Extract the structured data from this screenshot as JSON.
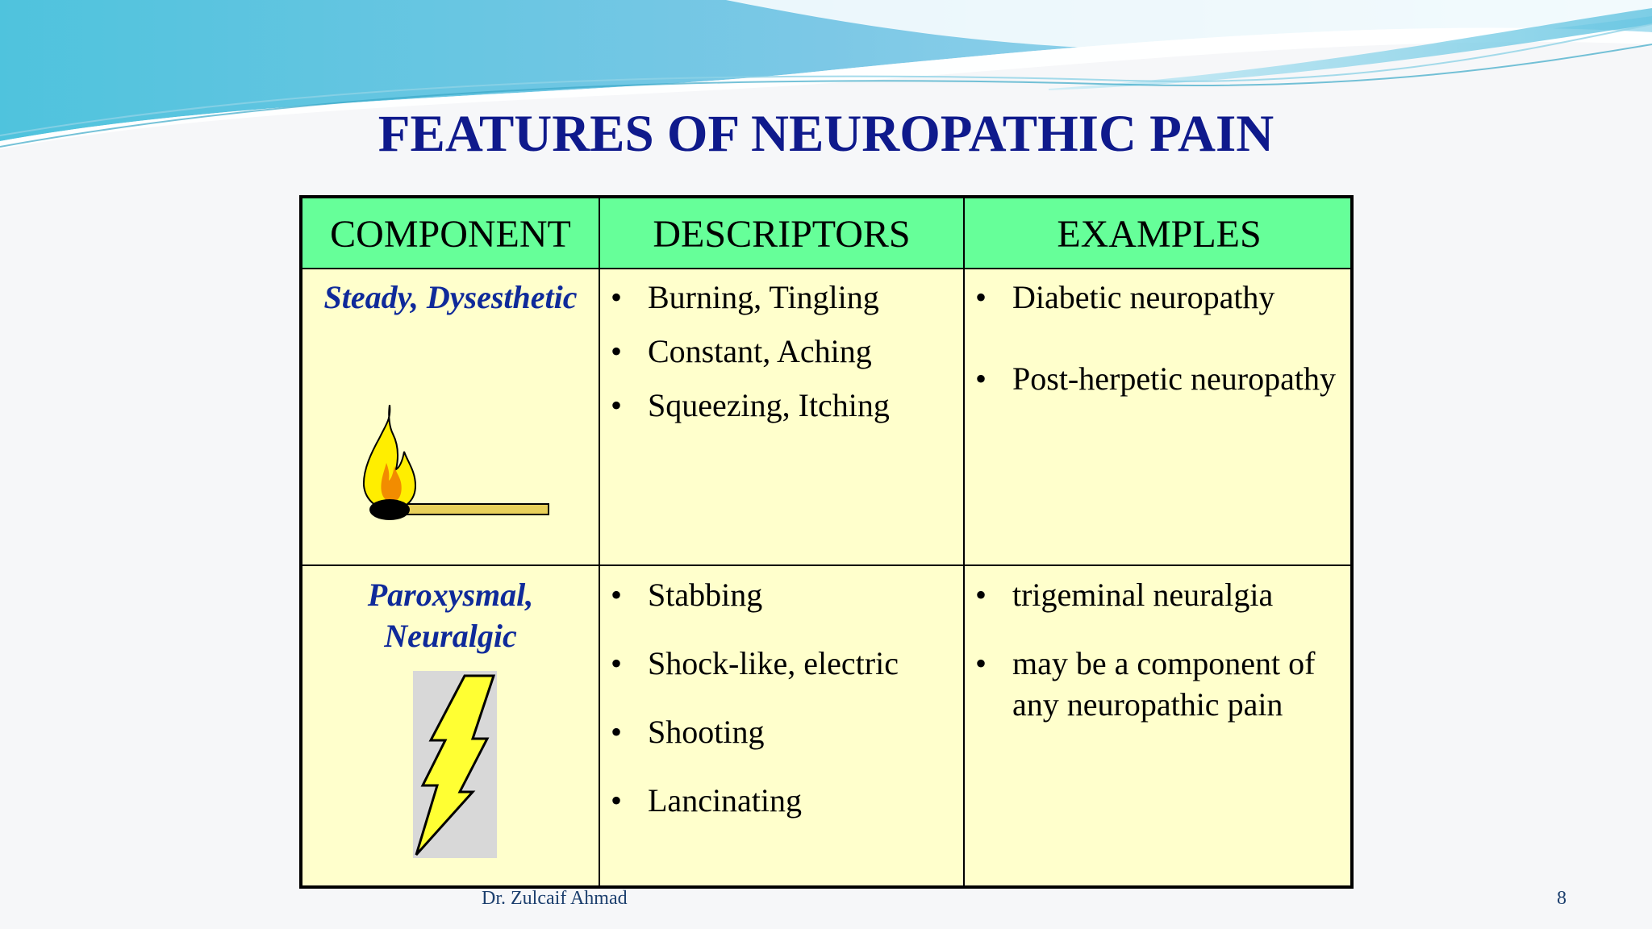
{
  "slide": {
    "title": "FEATURES OF NEUROPATHIC PAIN",
    "footer_author": "Dr. Zulcaif Ahmad",
    "page_number": "8"
  },
  "colors": {
    "title": "#0f1a8c",
    "header_bg": "#66ff99",
    "cell_bg": "#ffffcc",
    "component_text": "#0f2a9a"
  },
  "table": {
    "headers": [
      "COMPONENT",
      "DESCRIPTORS",
      "EXAMPLES"
    ],
    "rows": [
      {
        "component": "Steady, Dysesthetic",
        "icon": "burning-match-icon",
        "descriptors": [
          "Burning, Tingling",
          "Constant, Aching",
          "Squeezing, Itching"
        ],
        "examples": [
          "Diabetic neuropathy",
          "Post-herpetic neuropathy"
        ]
      },
      {
        "component": "Paroxysmal, Neuralgic",
        "icon": "lightning-bolt-icon",
        "descriptors": [
          "Stabbing",
          "Shock-like, electric",
          "Shooting",
          "Lancinating"
        ],
        "examples": [
          "trigeminal neuralgia",
          "may be a component of any neuropathic pain"
        ]
      }
    ]
  }
}
